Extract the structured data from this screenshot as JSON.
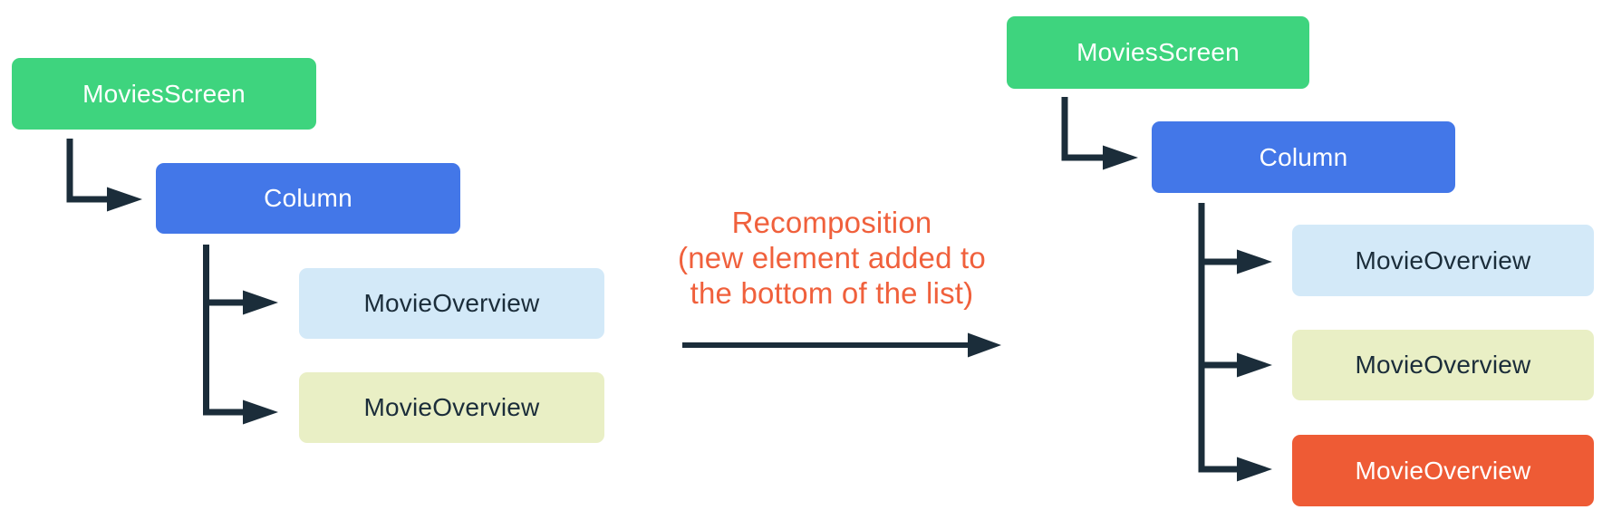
{
  "colors": {
    "screen_green": "#3ED47E",
    "column_blue": "#4377E8",
    "overview_light_blue": "#D3E9F8",
    "overview_light_yellow": "#E9EFC5",
    "overview_orange": "#EE5B35",
    "connector_dark": "#1B2D3A",
    "annotation_orange": "#F0603C",
    "label_on_dark": "#FFFFFF",
    "label_on_light": "#1B2D3A"
  },
  "left_tree": {
    "root": {
      "label": "MoviesScreen"
    },
    "container": {
      "label": "Column"
    },
    "children": [
      {
        "label": "MovieOverview"
      },
      {
        "label": "MovieOverview"
      }
    ]
  },
  "annotation": {
    "line1": "Recomposition",
    "line2": "(new element added to",
    "line3": "the bottom of the list)"
  },
  "right_tree": {
    "root": {
      "label": "MoviesScreen"
    },
    "container": {
      "label": "Column"
    },
    "children": [
      {
        "label": "MovieOverview"
      },
      {
        "label": "MovieOverview"
      },
      {
        "label": "MovieOverview"
      }
    ]
  }
}
